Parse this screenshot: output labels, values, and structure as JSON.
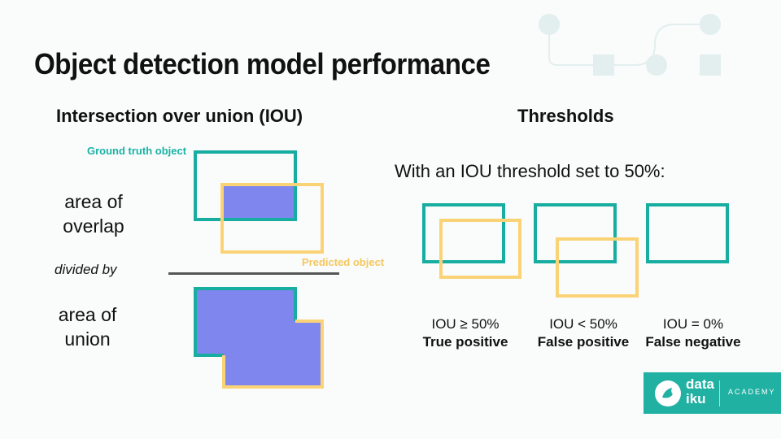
{
  "title": "Object detection model performance",
  "left_section": {
    "heading": "Intersection over union (IOU)",
    "ground_truth_label": "Ground truth object",
    "predicted_label": "Predicted object",
    "overlap_label": "area of overlap",
    "divided_by": "divided by",
    "union_label": "area of union"
  },
  "right_section": {
    "heading": "Thresholds",
    "subtitle": "With an IOU threshold set to 50%:",
    "cases": [
      {
        "condition": "IOU ≥ 50%",
        "result": "True positive"
      },
      {
        "condition": "IOU < 50%",
        "result": "False positive"
      },
      {
        "condition": "IOU = 0%",
        "result": "False negative"
      }
    ]
  },
  "logo": {
    "brand": "data iku",
    "program": "ACADEMY"
  },
  "colors": {
    "ground_truth": "#17ada0",
    "predicted": "#fbd377",
    "area_fill": "#7f87ef"
  }
}
